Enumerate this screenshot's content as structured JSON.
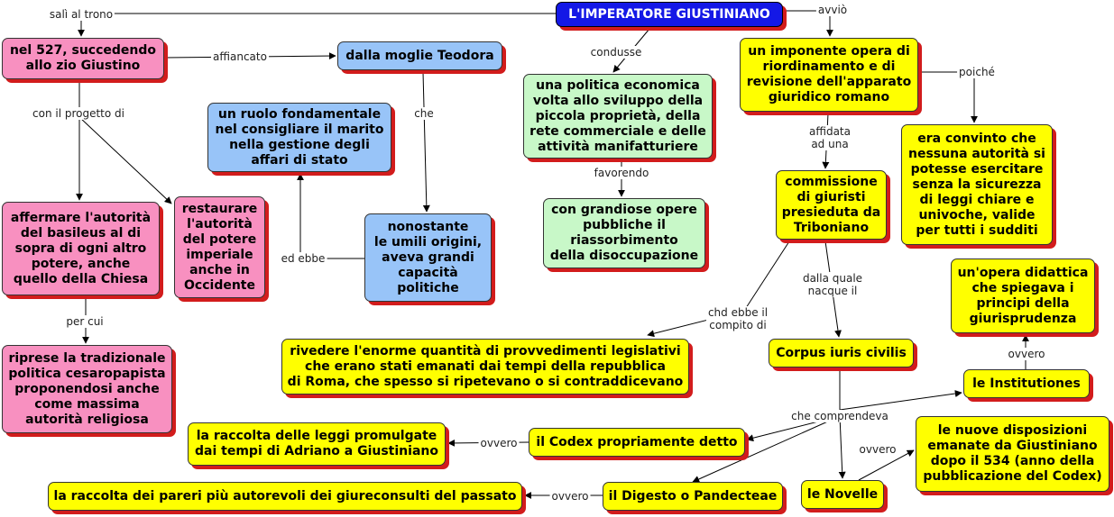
{
  "nodes": {
    "title": "L'IMPERATORE GIUSTINIANO",
    "n527": "nel 527, succedendo\nallo zio Giustino",
    "teodora": "dalla moglie Teodora",
    "ruolo": "un ruolo fondamentale\nnel consigliare il marito\nnella gestione degli\naffari di stato",
    "nonostante": "nonostante\nle umili origini,\naveva grandi\ncapacità\npolitiche",
    "affermare": "affermare l'autorità\ndel basileus al di\nsopra di ogni altro\npotere, anche\nquello della Chiesa",
    "restaurare": "restaurare\nl'autorità\ndel potere\nimperiale\nanche in\nOccidente",
    "riprese": "riprese la tradizionale\npolitica cesaropapista\nproponendosi anche\ncome massima\nautorità religiosa",
    "politica": "una politica economica\nvolta allo sviluppo della\npiccola proprietà, della\nrete commerciale e delle\nattività manifatturiere",
    "grandiose": "con grandiose opere\npubbliche il\nriassorbimento\ndella disoccupazione",
    "imponente": "un imponente opera di\nriordinamento e di\nrevisione dell'apparato\ngiuridico romano",
    "convinto": "era convinto che\nnessuna autorità si\npotesse esercitare\nsenza la sicurezza\ndi leggi chiare e\nunivoche, valide\nper tutti i sudditi",
    "commissione": "commissione\ndi giuristi\npresieduta da\nTriboniano",
    "rivedere": "rivedere l'enorme quantità di provvedimenti legislativi\nche erano stati emanati dai tempi della repubblica\ndi Roma, che spesso si ripetevano o si contraddicevano",
    "corpus": "Corpus iuris civilis",
    "didattica": "un'opera didattica\nche spiegava i\nprincipi della\ngiurisprudenza",
    "institutiones": "le Institutiones",
    "disposizioni": "le nuove disposizioni\nemanate da Giustiniano\ndopo il 534 (anno della\npubblicazione del Codex)",
    "raccoltaleggi": "la raccolta delle leggi promulgate\ndai tempi di Adriano a Giustiniano",
    "codex": "il Codex propriamente detto",
    "raccoltapareri": "la raccolta dei pareri più autorevoli dei giureconsulti del passato",
    "digesto": "il Digesto o Pandecteae",
    "novelle": "le Novelle"
  },
  "links": {
    "sali": "salì al trono",
    "avvio": "avviò",
    "affiancato": "affiancato",
    "condusse": "condusse",
    "poiche": "poiché",
    "progetto": "con il progetto di",
    "che": "che",
    "affidata": "affidata\nad una",
    "favorendo": "favorendo",
    "edebbe": "ed ebbe",
    "dallaquale": "dalla quale\nnacque il",
    "chdebbe": "chd ebbe il\ncompito di",
    "percui": "per cui",
    "ovvero1": "ovvero",
    "comprendeva": "che comprendeva",
    "ovvero2": "ovvero",
    "ovvero3": "ovvero",
    "ovvero4": "ovvero"
  },
  "colors": {
    "title": "#1418e6",
    "pink": "#f890c0",
    "blue": "#98c4f8",
    "green": "#c8f8c8",
    "yellow": "#ffff00",
    "shadow": "#d21c1c"
  }
}
